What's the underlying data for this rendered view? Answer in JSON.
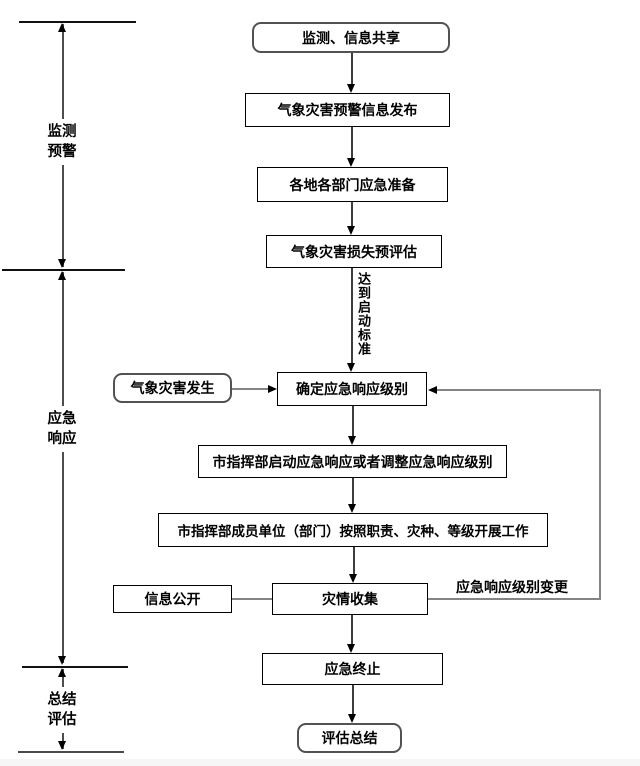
{
  "diagram": {
    "phases": [
      {
        "lines": [
          "监测",
          "预警"
        ]
      },
      {
        "lines": [
          "应急",
          "响应"
        ]
      },
      {
        "lines": [
          "总结",
          "评估"
        ]
      }
    ],
    "main_nodes": [
      {
        "label": "监测、信息共享",
        "shape": "rounded"
      },
      {
        "label": "气象灾害预警信息发布",
        "shape": "rect"
      },
      {
        "label": "各地各部门应急准备",
        "shape": "rect"
      },
      {
        "label": "气象灾害损失预评估",
        "shape": "rect"
      },
      {
        "label": "确定应急响应级别",
        "shape": "rect"
      },
      {
        "label": "市指挥部启动应急响应或者调整应急响应级别",
        "shape": "rect"
      },
      {
        "label": "市指挥部成员单位（部门）按照职责、灾种、等级开展工作",
        "shape": "rect"
      },
      {
        "label": "灾情收集",
        "shape": "rect"
      },
      {
        "label": "应急终止",
        "shape": "rect"
      },
      {
        "label": "评估总结",
        "shape": "rounded"
      }
    ],
    "side_nodes": {
      "disaster_occurs": {
        "label": "气象灾害发生",
        "shape": "rounded"
      },
      "info_disclosure": {
        "label": "信息公开",
        "shape": "rect"
      }
    },
    "edge_labels": {
      "threshold": "达到启动标准",
      "level_change": "应急响应级别变更"
    },
    "colors": {
      "background": "#ffffff",
      "box_border": "#000000",
      "rounded_border": "#525252",
      "flow_line": "#3d3d3d",
      "loop_line": "#858585",
      "text": "#000000"
    }
  }
}
